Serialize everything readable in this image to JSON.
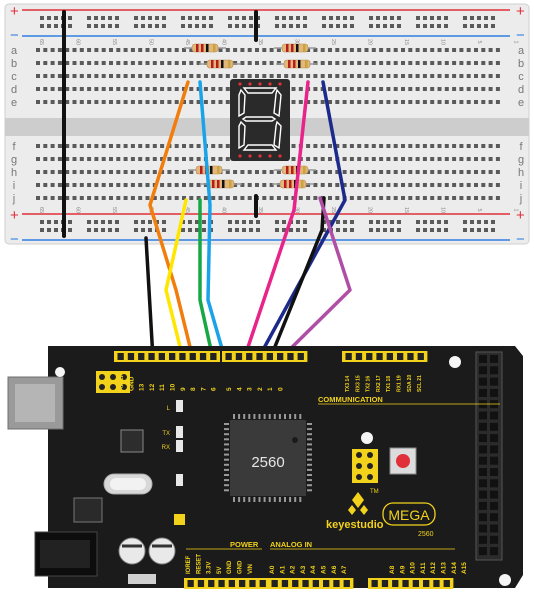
{
  "colors": {
    "board": "#1b1b1b",
    "header": "#f2d21b",
    "breadboard": "#ececec",
    "rail_red": "#e0303a",
    "rail_blue": "#2f7fe0",
    "segment_lit": "#ffffff",
    "segment_bg": "#2a2a2a",
    "wire_orange": "#f07d0c",
    "wire_lightblue": "#1aa3e8",
    "wire_yellow": "#ffe600",
    "wire_green": "#16a845",
    "wire_black": "#111111",
    "wire_magenta": "#e8238a",
    "wire_navy": "#1c2a8c",
    "wire_purple": "#b04ea5"
  },
  "breadboard": {
    "rail_plus": "+",
    "rail_minus": "−",
    "row_letters_top": [
      "a",
      "b",
      "c",
      "d",
      "e"
    ],
    "row_letters_bottom": [
      "f",
      "g",
      "h",
      "i",
      "j"
    ],
    "column_numbers": [
      "65",
      "60",
      "55",
      "50",
      "45",
      "40",
      "35",
      "30",
      "25",
      "20",
      "15",
      "10",
      "5",
      "1"
    ]
  },
  "display": {
    "digit": "8",
    "icon": "seven-segment-icon"
  },
  "board": {
    "brand": "keyestudio",
    "model": "MEGA",
    "model_number": "2560",
    "chip_label": "2560",
    "communication_label": "COMMUNICATION",
    "power_label": "POWER",
    "analog_label": "ANALOG IN",
    "tm": "TM",
    "led_labels": [
      "L",
      "TX",
      "RX"
    ],
    "digital_header_labels": [
      "AREF",
      "GND",
      "13",
      "12",
      "11",
      "10",
      "9",
      "8",
      "7",
      "6",
      "5",
      "4",
      "3",
      "2",
      "1",
      "0"
    ],
    "comm_header_labels": [
      "TX3 14",
      "RX3 15",
      "TX2 16",
      "RX2 17",
      "TX1 18",
      "RX1 19",
      "SDA 20",
      "SCL 21"
    ],
    "power_header_labels": [
      "IOREF",
      "RESET",
      "3.3V",
      "5V",
      "GND",
      "GND",
      "VIN"
    ],
    "analog_header_labels": [
      "A0",
      "A1",
      "A2",
      "A3",
      "A4",
      "A5",
      "A6",
      "A7",
      "A8",
      "A9",
      "A10",
      "A11",
      "A12",
      "A13",
      "A14",
      "A15"
    ]
  }
}
